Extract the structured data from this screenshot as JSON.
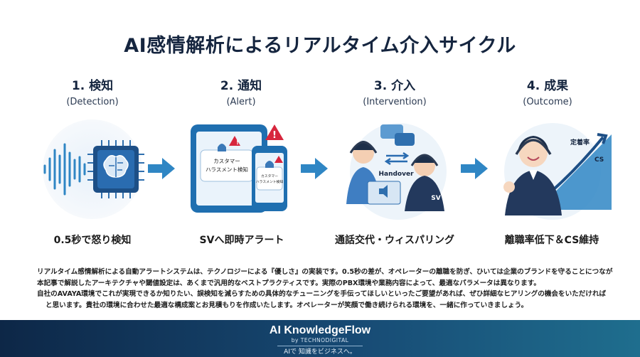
{
  "title": "AI感情解析によるリアルタイム介入サイクル",
  "steps": [
    {
      "number_label": "1. 検知",
      "english": "(Detection)",
      "caption": "0.5秒で怒り検知"
    },
    {
      "number_label": "2. 通知",
      "english": "(Alert)",
      "caption": "SVへ即時アラート",
      "tablet_text_line1": "カスタマー",
      "tablet_text_line2": "ハラスメント検知",
      "phone_text_line1": "カスタマー",
      "phone_text_line2": "ハラスメント検知"
    },
    {
      "number_label": "3. 介入",
      "english": "(Intervention)",
      "caption": "通話交代・ウィスパリング",
      "handover_label": "Handover",
      "sv_label": "SV"
    },
    {
      "number_label": "4. 成果",
      "english": "(Outcome)",
      "caption": "離職率低下＆CS維持",
      "retention_label": "定着率",
      "cs_label": "CS"
    }
  ],
  "description": [
    "リアルタイム感情解析による自動アラートシステムは、テクノロジーによる『優しさ』の実装です。0.5秒の差が、オペレーターの離職を防ぎ、ひいては企業のブランドを守ることにつながります。",
    "本記事で解説したアーキテクチャや閾値設定は、あくまで汎用的なベストプラクティスです。実際のPBX環境や業務内容によって、最適なパラメータは異なります。",
    "自社のAVAYA環境でこれが実現できるか知りたい、誤検知を減らすための具体的なチューニングを手伝ってほしいといったご要望があれば、ぜひ詳細なヒアリングの機会をいただければ",
    "と思います。貴社の環境に合わせた最適な構成案とお見積もりを作成いたします。オペレーターが笑顔で働き続けられる環境を、一緒に作っていきましょう。"
  ],
  "footer": {
    "brand": "AI KnowledgeFlow",
    "by": "by TECHNODIGITAL",
    "tagline": "AIで 知識をビジネスへ。"
  },
  "colors": {
    "navy": "#15253f",
    "arrow_blue": "#2f86c4",
    "alert_red": "#d7263d",
    "device_blue": "#1f6fb0",
    "footer_start": "#0d2747",
    "footer_end": "#1f6e8e"
  }
}
